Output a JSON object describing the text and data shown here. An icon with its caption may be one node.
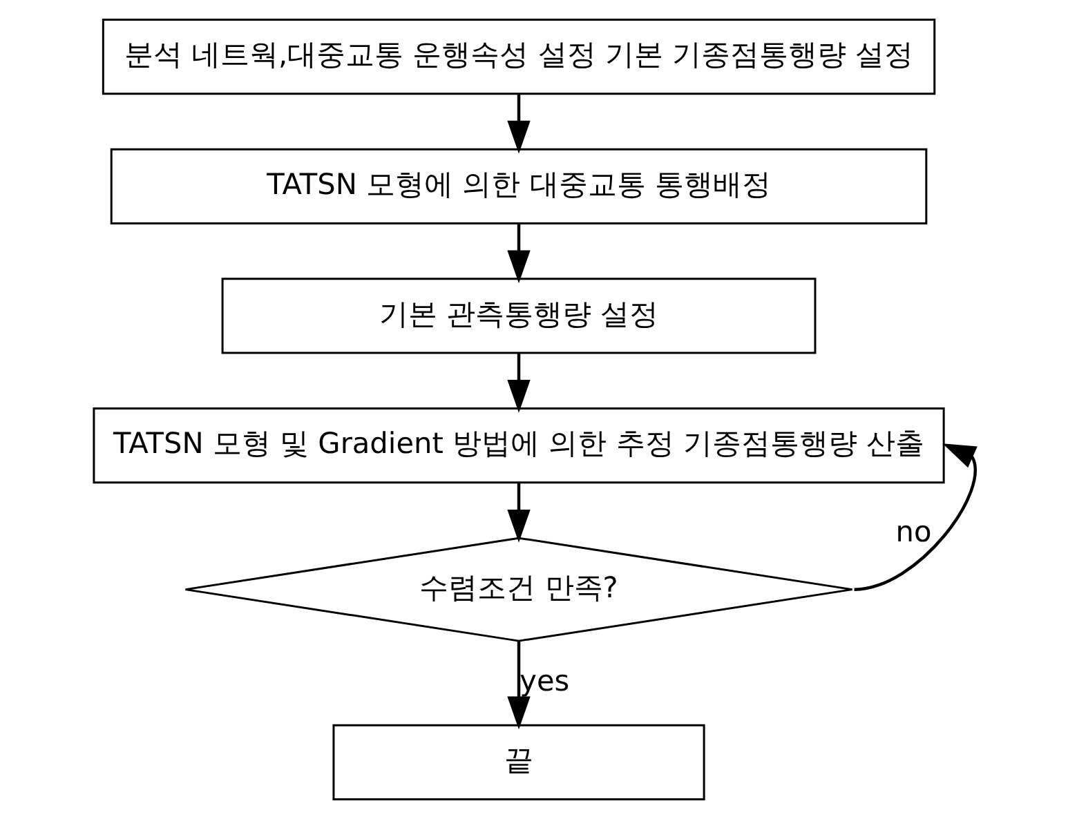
{
  "diagram": {
    "nodes": [
      {
        "text": [
          "분석 네트웍,대중교통 운행속성 설정 기본 기종점통행량 설정"
        ]
      },
      {
        "text": [
          "TATSN 모형에 의한 대중교통 통행배정"
        ]
      },
      {
        "text": [
          "기본 관측통행량 설정"
        ]
      },
      {
        "text": [
          "TATSN 모형 및 Gradient 방법에 의한 추정 기종점통행량 산출"
        ]
      },
      {
        "text": [
          "수렴조건 만족?"
        ]
      },
      {
        "text": [
          "끝"
        ]
      }
    ],
    "edges": [
      {
        "from": 0,
        "to": 1,
        "arrow": "to"
      },
      {
        "from": 1,
        "to": 2,
        "arrow": "to"
      },
      {
        "from": 2,
        "to": 3,
        "arrow": "to"
      },
      {
        "from": 3,
        "to": 4,
        "arrow": "to"
      },
      {
        "from": 4,
        "to": 5,
        "arrow": "to",
        "label": "yes"
      },
      {
        "from": 4,
        "to": 3,
        "arrow": "to",
        "label": "no"
      }
    ]
  }
}
